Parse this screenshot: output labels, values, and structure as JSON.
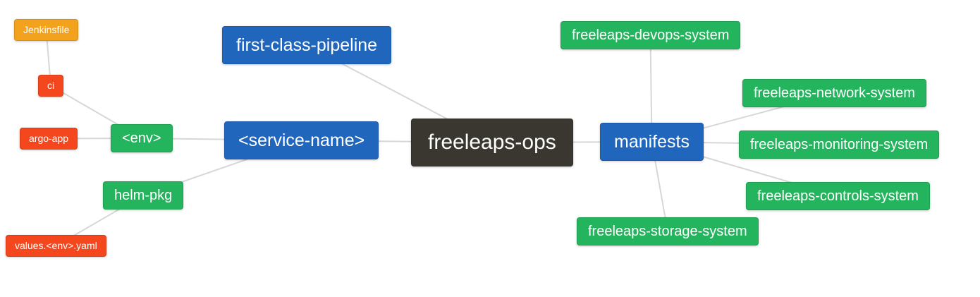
{
  "diagram": {
    "type": "mindmap",
    "root": "freeleaps-ops",
    "colors": {
      "background": "#ffffff",
      "blue": "#2166bd",
      "green": "#24b45e",
      "red": "#f4471d",
      "orange": "#f3a21d",
      "dark": "#3a3731",
      "edge": "#d7d7d7"
    },
    "nodes": [
      {
        "id": "freeleaps-ops",
        "label": "freeleaps-ops"
      },
      {
        "id": "first-class-pipeline",
        "label": "first-class-pipeline"
      },
      {
        "id": "service-name",
        "label": "<service-name>"
      },
      {
        "id": "manifests",
        "label": "manifests"
      },
      {
        "id": "env",
        "label": "<env>"
      },
      {
        "id": "helm-pkg",
        "label": "helm-pkg"
      },
      {
        "id": "ci",
        "label": "ci"
      },
      {
        "id": "argo-app",
        "label": "argo-app"
      },
      {
        "id": "jenkinsfile",
        "label": "Jenkinsfile"
      },
      {
        "id": "values-env-yaml",
        "label": "values.<env>.yaml"
      },
      {
        "id": "freeleaps-devops-system",
        "label": "freeleaps-devops-system"
      },
      {
        "id": "freeleaps-network-system",
        "label": "freeleaps-network-system"
      },
      {
        "id": "freeleaps-monitoring-system",
        "label": "freeleaps-monitoring-system"
      },
      {
        "id": "freeleaps-controls-system",
        "label": "freeleaps-controls-system"
      },
      {
        "id": "freeleaps-storage-system",
        "label": "freeleaps-storage-system"
      }
    ],
    "edges": [
      [
        "freeleaps-ops",
        "first-class-pipeline"
      ],
      [
        "freeleaps-ops",
        "service-name"
      ],
      [
        "freeleaps-ops",
        "manifests"
      ],
      [
        "service-name",
        "env"
      ],
      [
        "service-name",
        "helm-pkg"
      ],
      [
        "env",
        "ci"
      ],
      [
        "env",
        "argo-app"
      ],
      [
        "ci",
        "jenkinsfile"
      ],
      [
        "helm-pkg",
        "values-env-yaml"
      ],
      [
        "manifests",
        "freeleaps-devops-system"
      ],
      [
        "manifests",
        "freeleaps-network-system"
      ],
      [
        "manifests",
        "freeleaps-monitoring-system"
      ],
      [
        "manifests",
        "freeleaps-controls-system"
      ],
      [
        "manifests",
        "freeleaps-storage-system"
      ]
    ]
  }
}
